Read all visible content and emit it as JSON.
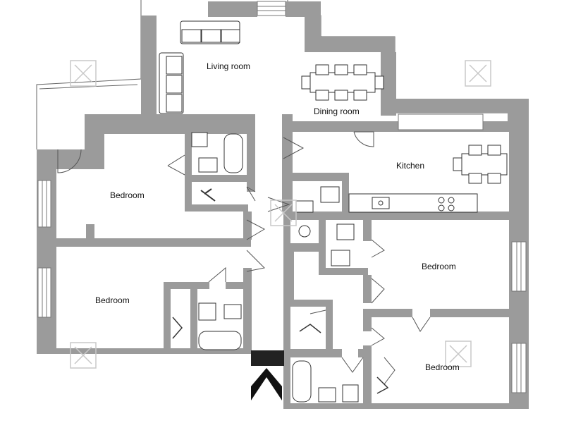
{
  "rooms": {
    "living": "Living room",
    "dining": "Dining room",
    "kitchen": "Kitchen",
    "bedroom_1": "Bedroom",
    "bedroom_2": "Bedroom",
    "bedroom_3": "Bedroom",
    "bedroom_4": "Bedroom"
  },
  "colors": {
    "wall": "#9b9b9b",
    "wall_dark": "#222222",
    "line": "#555555",
    "floor": "#ffffff",
    "watermark": "#c8c8c8"
  },
  "icons": [
    "sofa-icon",
    "dining-table-icon",
    "toilet-icon",
    "bathtub-icon",
    "sink-icon",
    "shower-icon",
    "hanger-icon",
    "stove-icon",
    "entrance-arrow-icon",
    "watermark-logo-icon"
  ]
}
